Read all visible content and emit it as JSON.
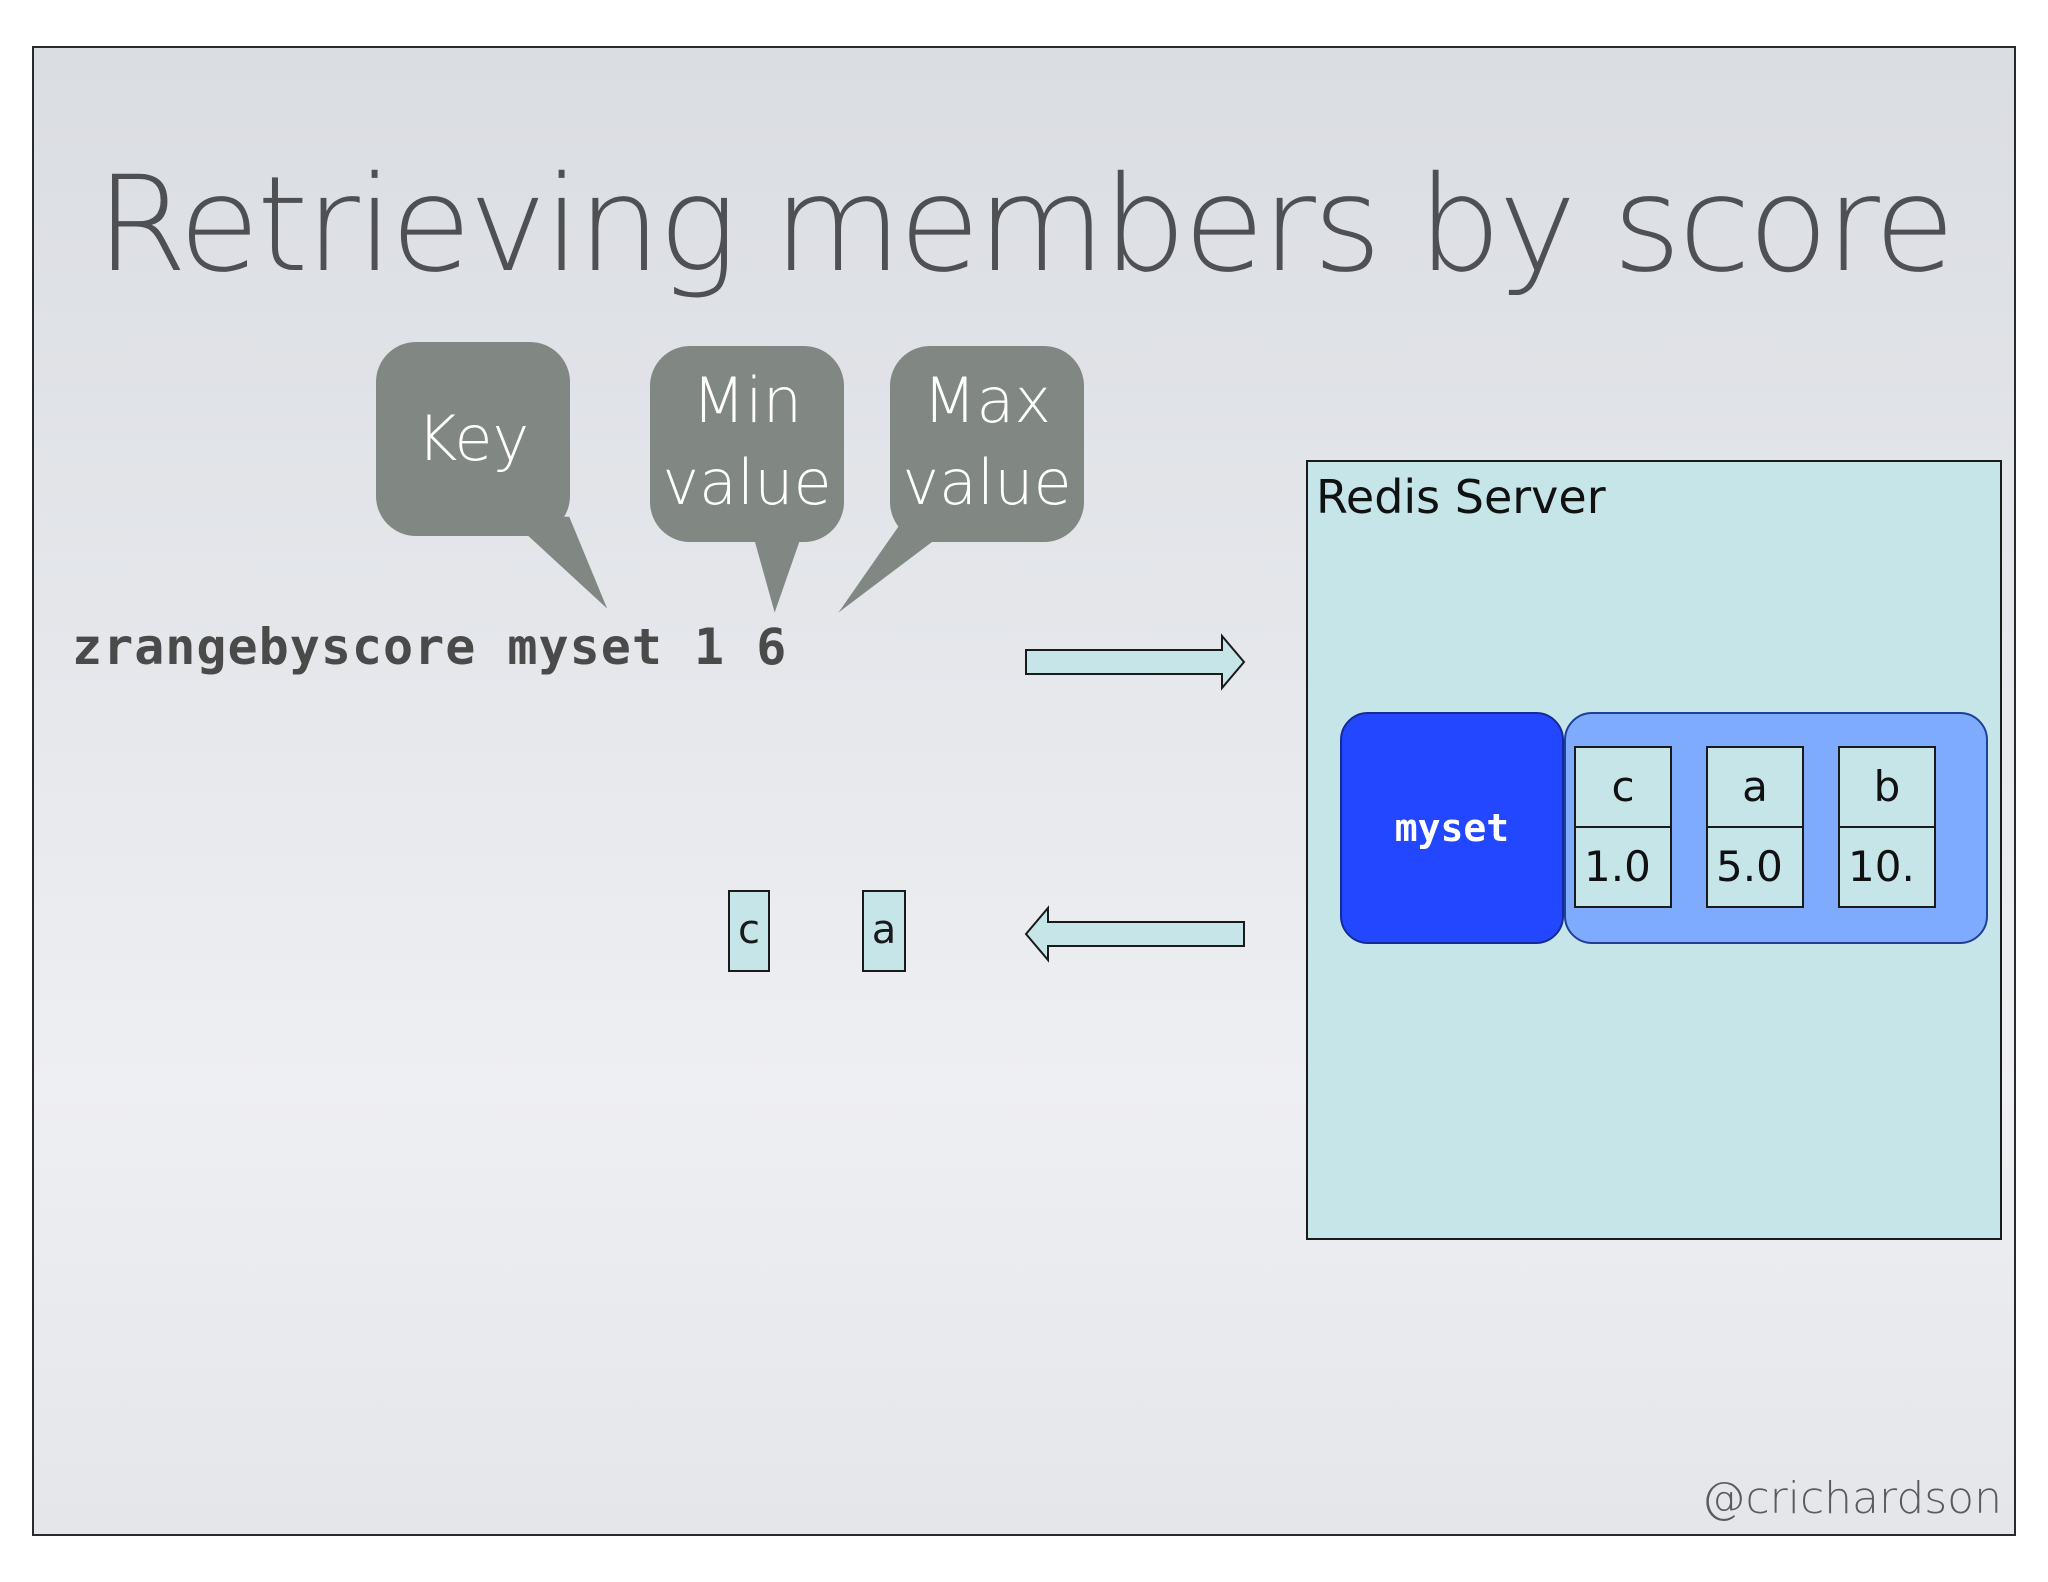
{
  "slide": {
    "title": "Retrieving members by score",
    "credit": "@crichardson"
  },
  "callouts": [
    {
      "lines": [
        "Key"
      ]
    },
    {
      "lines": [
        "Min",
        "value"
      ]
    },
    {
      "lines": [
        "Max",
        "value"
      ]
    }
  ],
  "command": {
    "text": "zrangebyscore myset 1 6"
  },
  "result": {
    "members": [
      "c",
      "a"
    ]
  },
  "server": {
    "label": "Redis Server",
    "key": "myset",
    "members": [
      {
        "name": "c",
        "score": "1.0"
      },
      {
        "name": "a",
        "score": "5.0"
      },
      {
        "name": "b",
        "score": "10."
      }
    ]
  },
  "colors": {
    "callout": "#818783",
    "server_bg": "#c5e5e8",
    "key_box": "#2247fe",
    "zset_box": "#7fabfe"
  }
}
